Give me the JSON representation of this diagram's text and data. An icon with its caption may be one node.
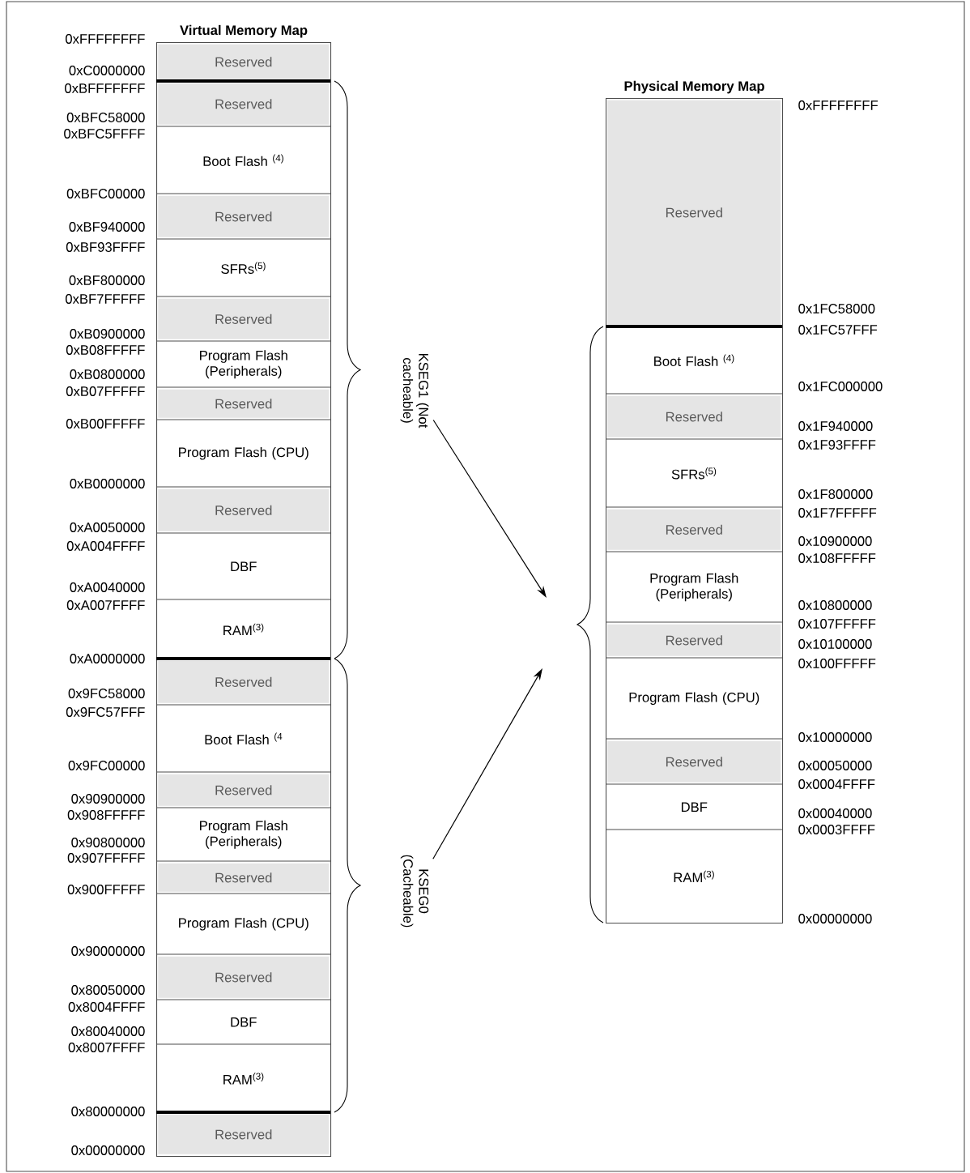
{
  "diagram": {
    "nodes": [
      {
        "text": [
          "Virtual Memory Map"
        ]
      },
      {
        "text": [
          "Reserved"
        ],
        "in": 0
      },
      {
        "text": [
          "Reserved"
        ],
        "in": 0
      },
      {
        "text": [
          "Boot Flash $^{(4)}$"
        ],
        "in": 0
      },
      {
        "text": [
          "Reserved"
        ],
        "in": 0
      },
      {
        "text": [
          "SFRs$^{(5)}$"
        ],
        "in": 0
      },
      {
        "text": [
          "Reserved"
        ],
        "in": 0
      },
      {
        "text": [
          "Program Flash (Peripherals)"
        ],
        "in": 0
      },
      {
        "text": [
          "Reserved"
        ],
        "in": 0
      },
      {
        "text": [
          "Program Flash (CPU)"
        ],
        "in": 0
      },
      {
        "text": [
          "Reserved"
        ],
        "in": 0
      },
      {
        "text": [
          "DBF"
        ],
        "in": 0
      },
      {
        "text": [
          "RAM$^{(3)}$"
        ],
        "in": 0
      },
      {
        "text": [
          "Reserved"
        ],
        "in": 0
      },
      {
        "text": [
          "Boot Flash $^{(4}$"
        ],
        "in": 0
      },
      {
        "text": [
          "Reserved"
        ],
        "in": 0
      },
      {
        "text": [
          "Program Flash (Peripherals)"
        ],
        "in": 0
      },
      {
        "text": [
          "Reserved"
        ],
        "in": 0
      },
      {
        "text": [
          "Program Flash (CPU)"
        ],
        "in": 0
      },
      {
        "text": [
          "Reserved"
        ],
        "in": 0
      },
      {
        "text": [
          "DBF"
        ],
        "in": 0
      },
      {
        "text": [
          "RAM$^{(3)}$"
        ],
        "in": 0
      },
      {
        "text": [
          "Reserved"
        ],
        "in": 0
      },
      {
        "text": [
          "KSEG1 (Not cacheable)"
        ]
      },
      {
        "text": [
          "KSEG0 (Cacheable)"
        ]
      },
      {
        "text": [
          "Physical Memory Map"
        ]
      },
      {
        "text": [
          "Reserved"
        ],
        "in": 25
      },
      {
        "text": [
          "Boot Flash $^{(4)}$"
        ],
        "in": 25
      },
      {
        "text": [
          "Reserved"
        ],
        "in": 25
      },
      {
        "text": [
          "SFRs$^{(5)}$"
        ],
        "in": 25
      },
      {
        "text": [
          "Reserved"
        ],
        "in": 25
      },
      {
        "text": [
          "Program Flash (Peripherals)"
        ],
        "in": 25
      },
      {
        "text": [
          "Reserved"
        ],
        "in": 25
      },
      {
        "text": [
          "Program Flash (CPU)"
        ],
        "in": 25
      },
      {
        "text": [
          "Reserved"
        ],
        "in": 25
      },
      {
        "text": [
          "DBF"
        ],
        "in": 25
      },
      {
        "text": [
          "RAM$^{(3)}$"
        ],
        "in": 25
      }
    ],
    "edges": [
      {
        "from": 23,
        "to": null,
        "arrow": "to"
      },
      {
        "from": 24,
        "to": null,
        "arrow": "to"
      }
    ],
    "labels": [
      "0xFFFFFFFF",
      "0xC0000000",
      "0xBFFFFFFF",
      "0xBFC58000",
      "0xBFC5FFFF",
      "0xBFC00000",
      "0xBF940000",
      "0xBF93FFFF",
      "0xBF800000",
      "0xBF7FFFFF",
      "0xB0900000",
      "0xB08FFFFF",
      "0xB0800000",
      "0xB07FFFFF",
      "0xB00FFFFF",
      "0xB0000000",
      "0xA0050000",
      "0xA004FFFF",
      "0xA0040000",
      "0xA007FFFF",
      "0xA0000000",
      "0x9FC58000",
      "0x9FC57FFF",
      "0x9FC00000",
      "0x90900000",
      "0x908FFFFF",
      "0x90800000",
      "0x907FFFFF",
      "0x900FFFFF",
      "0x90000000",
      "0x80050000",
      "0x8004FFFF",
      "0x80040000",
      "0x8007FFFF",
      "0x80000000",
      "0x00000000",
      "0xFFFFFFFF",
      "0x1FC58000",
      "0x1FC57FFF",
      "0x1FC000000",
      "0x1F940000",
      "0x1F93FFFF",
      "0x1F800000",
      "0x1F7FFFFF",
      "0x10900000",
      "0x108FFFFF",
      "0x10800000",
      "0x107FFFFF",
      "0x10100000",
      "0x100FFFFF",
      "0x10000000",
      "0x00050000",
      "0x0004FFFF",
      "0x00040000",
      "0x0003FFFF",
      "0x00000000"
    ]
  }
}
